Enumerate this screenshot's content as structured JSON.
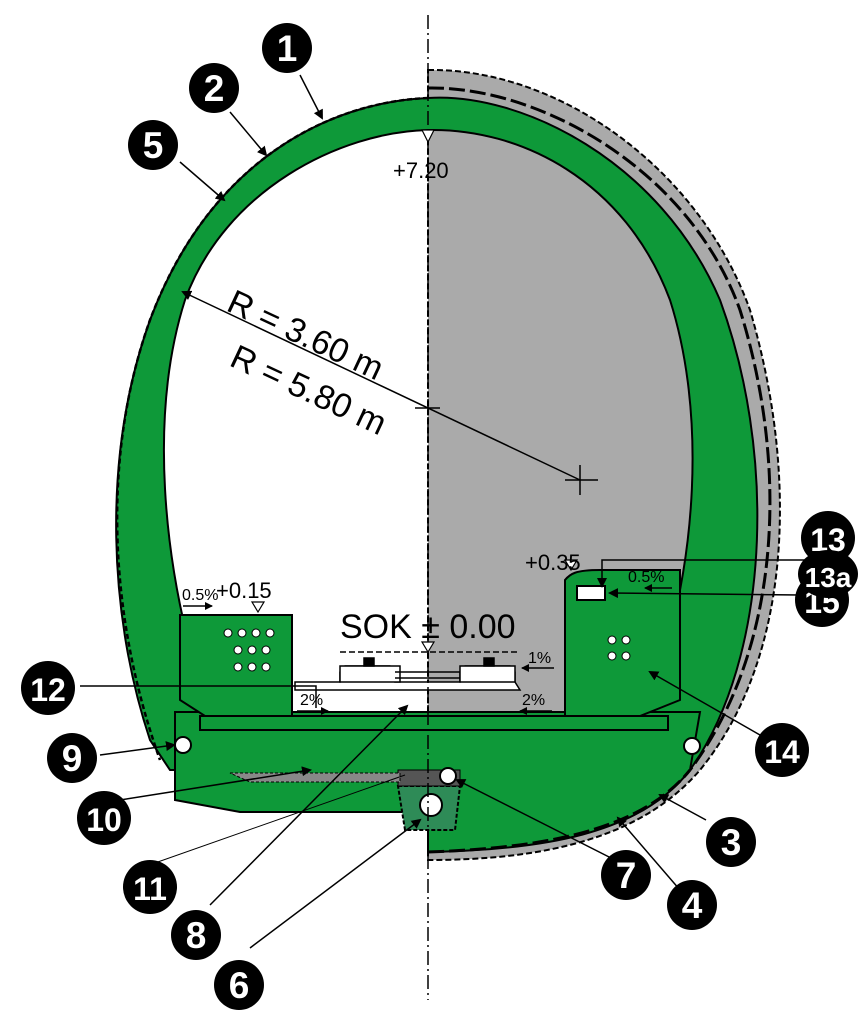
{
  "labels": {
    "crown_level": "+7.20",
    "radius_inner": "R = 3.60 m",
    "radius_outer": "R = 5.80 m",
    "left_walkway_level": "+0.15",
    "right_walkway_level": "+0.35",
    "rail_level": "SOK ± 0.00",
    "slope_left_top": "0.5%",
    "slope_right_top": "0.5%",
    "slope_1": "1%",
    "slope_2_left": "2%",
    "slope_2_right": "2%"
  },
  "callouts": {
    "n1": "1",
    "n2": "2",
    "n3": "3",
    "n4": "4",
    "n5": "5",
    "n6": "6",
    "n7": "7",
    "n8": "8",
    "n9": "9",
    "n10": "10",
    "n11": "11",
    "n12": "12",
    "n13": "13",
    "n13a": "13a",
    "n14": "14",
    "n15": "15"
  },
  "colors": {
    "lining": "#0e9939",
    "outer_layer": "#aaaaaa",
    "drain_box": "#2e8b57",
    "outline": "#000000"
  }
}
